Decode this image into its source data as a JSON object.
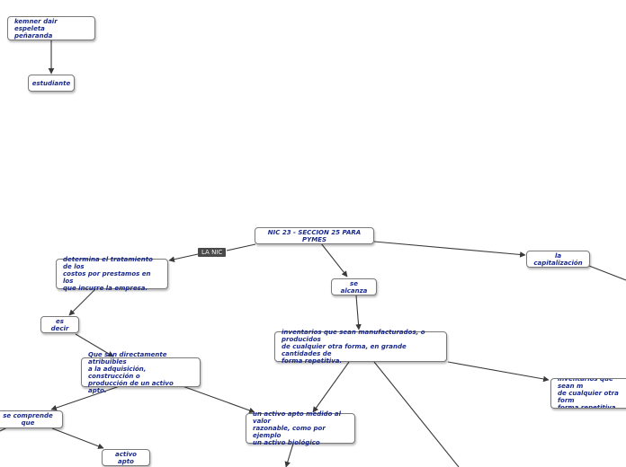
{
  "nodes": {
    "author": "kemner dair espeleta\npeñaranda",
    "role": "estudiante",
    "root": "NIC 23 - SECCION 25 PARA PYMES",
    "determina": "determina el tratamiento de los\ncostos por prestamos en los\nque incurre la empresa.",
    "es_decir": "es decir",
    "que_son": "Que son directamente atribuibles\na la adquisición, construcción o\nproducción de un activo apto.",
    "se_comprende": "se comprende que",
    "activo_apto": "activo apto",
    "un_activo": "un activo apto medido al valor\nrazonable, como por ejemplo\nun activo biológico",
    "se_alcanza": "se alcanza",
    "inventarios": "inventarios que sean manufacturados, o producidos\nde cualquier otra forma, en grande cantidades de\nforma repetitiva.",
    "capitalizacion": "la capitalización",
    "inventarios_2": "inventarios que sean m\nde cualquier otra form\nforma repetitiva."
  },
  "labels": {
    "la_nic": "LA NIC"
  },
  "colors": {
    "node_text": "#1a2a8a",
    "node_border": "#7a7a7a",
    "connector": "#3a3a3a",
    "label_bg": "#4a4a4a"
  }
}
